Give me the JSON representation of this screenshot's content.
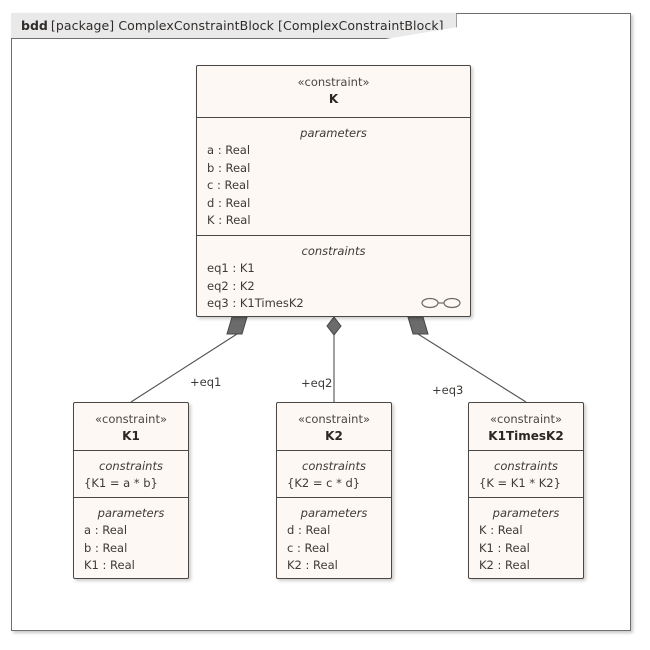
{
  "frame": {
    "kind": "bdd",
    "header_text": "[package] ComplexConstraintBlock [ComplexConstraintBlock]",
    "package_keyword": "[package]",
    "package_name": "ComplexConstraintBlock",
    "diagram_name": "[ComplexConstraintBlock]"
  },
  "colors": {
    "block_fill": "#fdf8f4",
    "block_border": "#4a4745",
    "frame_border": "#6e6f73",
    "tab_fill": "#e9e9e9",
    "diamond_fill": "#6b6b6b",
    "line": "#55534f"
  },
  "blocks": {
    "K": {
      "stereotype": "«constraint»",
      "name": "K",
      "parameters_title": "parameters",
      "parameters": [
        "a : Real",
        "b : Real",
        "c : Real",
        "d : Real",
        "K : Real"
      ],
      "constraints_title": "constraints",
      "constraints": [
        "eq1 : K1",
        "eq2 : K2",
        "eq3 : K1TimesK2"
      ],
      "icon": "parametric-diagram-icon"
    },
    "K1": {
      "stereotype": "«constraint»",
      "name": "K1",
      "constraints_title": "constraints",
      "constraints": [
        "{K1 = a * b}"
      ],
      "parameters_title": "parameters",
      "parameters": [
        "a : Real",
        "b : Real",
        "K1 : Real"
      ]
    },
    "K2": {
      "stereotype": "«constraint»",
      "name": "K2",
      "constraints_title": "constraints",
      "constraints": [
        "{K2 = c * d}"
      ],
      "parameters_title": "parameters",
      "parameters": [
        "d : Real",
        "c : Real",
        "K2 : Real"
      ]
    },
    "K1TimesK2": {
      "stereotype": "«constraint»",
      "name": "K1TimesK2",
      "constraints_title": "constraints",
      "constraints": [
        "{K = K1 * K2}"
      ],
      "parameters_title": "parameters",
      "parameters": [
        "K : Real",
        "K1 : Real",
        "K2 : Real"
      ]
    }
  },
  "edges": [
    {
      "id": "eq1",
      "label": "+eq1",
      "from": "K",
      "to": "K1",
      "type": "composition"
    },
    {
      "id": "eq2",
      "label": "+eq2",
      "from": "K",
      "to": "K2",
      "type": "composition"
    },
    {
      "id": "eq3",
      "label": "+eq3",
      "from": "K",
      "to": "K1TimesK2",
      "type": "composition"
    }
  ]
}
